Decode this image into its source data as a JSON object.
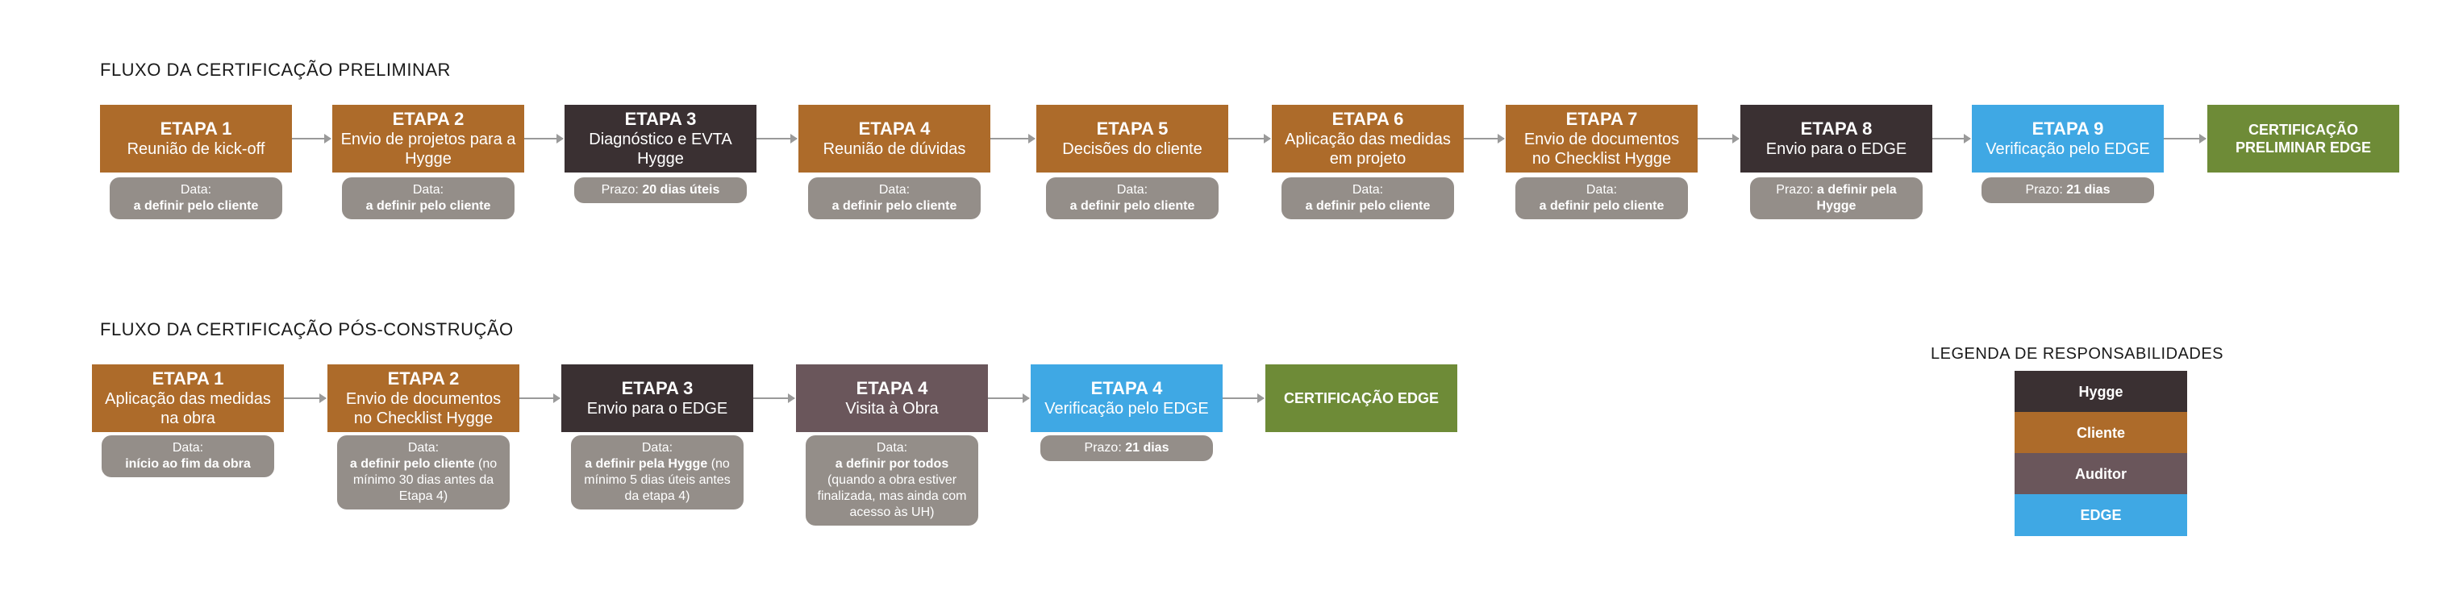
{
  "colors": {
    "hygge": "#3a3032",
    "cliente": "#ad6b2a",
    "auditor": "#6a565b",
    "edge": "#3fa8e4",
    "final": "#6e8b37",
    "note": "#948e89"
  },
  "preliminary": {
    "title": "FLUXO DA CERTIFICAÇÃO PRELIMINAR",
    "stages": [
      {
        "title": "ETAPA 1",
        "desc": "Reunião de kick-off",
        "color": "#ad6b2a",
        "note_prefix": "Data:",
        "note_bold": "a definir pelo cliente",
        "note_suffix": ""
      },
      {
        "title": "ETAPA 2",
        "desc": "Envio de projetos para a Hygge",
        "color": "#ad6b2a",
        "note_prefix": "Data:",
        "note_bold": "a definir pelo cliente",
        "note_suffix": ""
      },
      {
        "title": "ETAPA 3",
        "desc": "Diagnóstico e EVTA Hygge",
        "color": "#3a3032",
        "note_prefix": "Prazo:",
        "note_bold": "20 dias úteis",
        "note_suffix": ""
      },
      {
        "title": "ETAPA 4",
        "desc": "Reunião de dúvidas",
        "color": "#ad6b2a",
        "note_prefix": "Data:",
        "note_bold": "a definir pelo cliente",
        "note_suffix": ""
      },
      {
        "title": "ETAPA 5",
        "desc": "Decisões do cliente",
        "color": "#ad6b2a",
        "note_prefix": "Data:",
        "note_bold": "a definir pelo cliente",
        "note_suffix": ""
      },
      {
        "title": "ETAPA 6",
        "desc": "Aplicação das medidas em projeto",
        "color": "#ad6b2a",
        "note_prefix": "Data:",
        "note_bold": "a definir pelo cliente",
        "note_suffix": ""
      },
      {
        "title": "ETAPA 7",
        "desc": "Envio de documentos no Checklist Hygge",
        "color": "#ad6b2a",
        "note_prefix": "Data:",
        "note_bold": "a definir pelo cliente",
        "note_suffix": ""
      },
      {
        "title": "ETAPA 8",
        "desc": "Envio para o EDGE",
        "color": "#3a3032",
        "note_prefix": "Prazo:",
        "note_bold": "a definir pela Hygge",
        "note_suffix": ""
      },
      {
        "title": "ETAPA 9",
        "desc": "Verificação pelo EDGE",
        "color": "#3fa8e4",
        "note_prefix": "Prazo:",
        "note_bold": "21 dias",
        "note_suffix": ""
      }
    ],
    "final_label": "CERTIFICAÇÃO PRELIMINAR EDGE"
  },
  "post": {
    "title": "FLUXO DA CERTIFICAÇÃO PÓS-CONSTRUÇÃO",
    "stages": [
      {
        "title": "ETAPA 1",
        "desc": "Aplicação das medidas na obra",
        "color": "#ad6b2a",
        "note_prefix": "Data:",
        "note_bold": "início ao fim da obra",
        "note_suffix": ""
      },
      {
        "title": "ETAPA 2",
        "desc": "Envio de documentos no Checklist Hygge",
        "color": "#ad6b2a",
        "note_prefix": "Data:",
        "note_bold": "a definir pelo cliente",
        "note_suffix": "(no mínimo 30 dias antes da Etapa 4)"
      },
      {
        "title": "ETAPA 3",
        "desc": "Envio para o EDGE",
        "color": "#3a3032",
        "note_prefix": "Data:",
        "note_bold": "a definir pela Hygge",
        "note_suffix": "(no mínimo 5 dias úteis antes da etapa 4)"
      },
      {
        "title": "ETAPA 4",
        "desc": "Visita à Obra",
        "color": "#6a565b",
        "note_prefix": "Data:",
        "note_bold": "a definir por todos",
        "note_suffix": "(quando a obra estiver finalizada, mas ainda com acesso às UH)"
      },
      {
        "title": "ETAPA 4",
        "desc": "Verificação pelo EDGE",
        "color": "#3fa8e4",
        "note_prefix": "Prazo:",
        "note_bold": "21 dias",
        "note_suffix": ""
      }
    ],
    "final_label": "CERTIFICAÇÃO EDGE"
  },
  "legend": {
    "title": "LEGENDA DE RESPONSABILIDADES",
    "items": [
      {
        "label": "Hygge",
        "color": "#3a3032"
      },
      {
        "label": "Cliente",
        "color": "#ad6b2a"
      },
      {
        "label": "Auditor",
        "color": "#6a565b"
      },
      {
        "label": "EDGE",
        "color": "#3fa8e4"
      }
    ]
  }
}
